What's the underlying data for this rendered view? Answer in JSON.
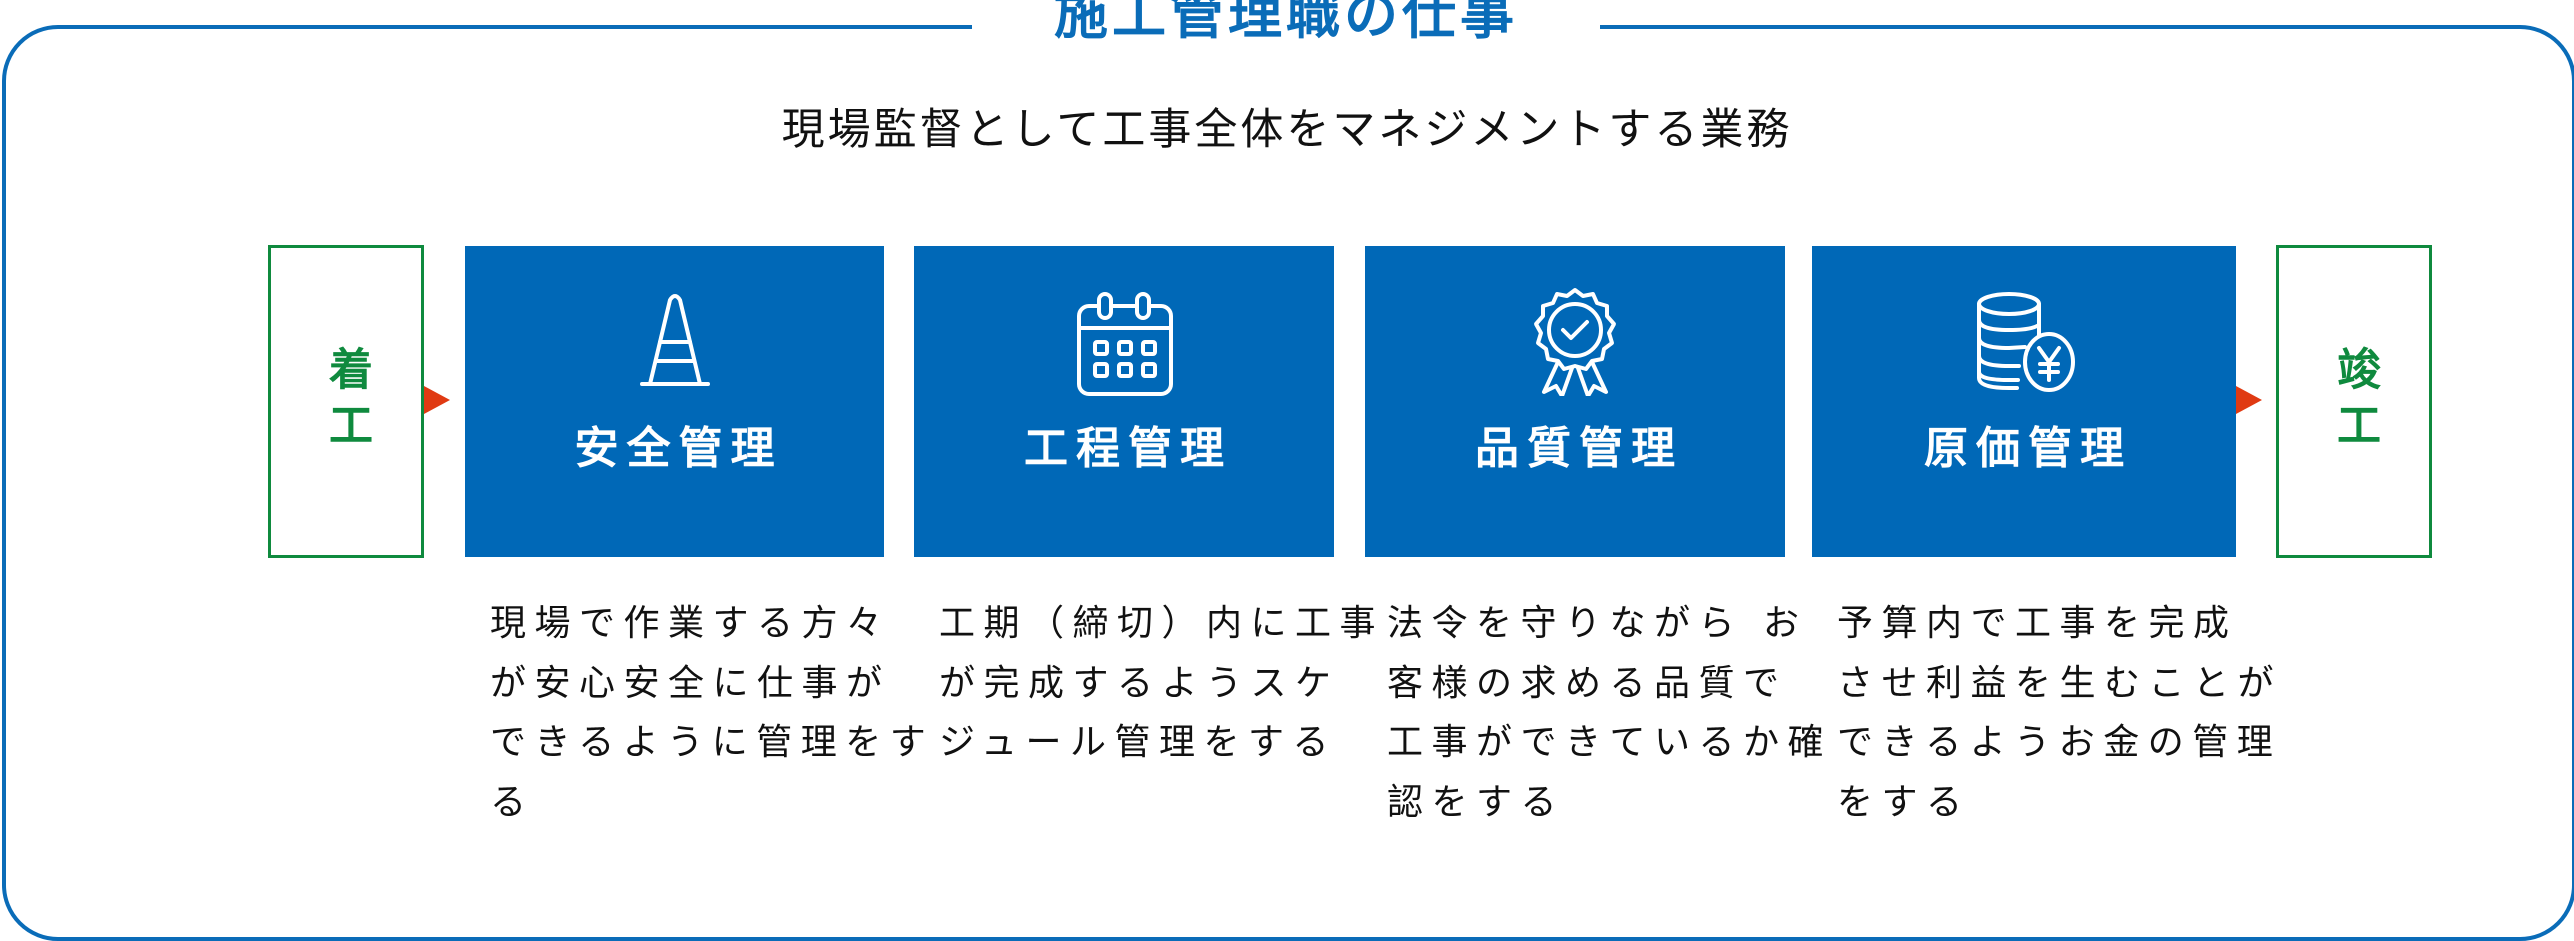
{
  "header": {
    "title": "施工管理職の仕事",
    "subtitle": "現場監督として工事全体をマネジメントする業務"
  },
  "flow": {
    "start": {
      "label": "着工"
    },
    "end": {
      "label": "竣工"
    },
    "steps": [
      {
        "icon": "traffic-cone-icon",
        "label": "安全管理",
        "description": [
          "現場で作業する方々",
          "が安心安全に仕事が",
          "できるように管理をす",
          "る"
        ]
      },
      {
        "icon": "calendar-icon",
        "label": "工程管理",
        "description": [
          "工期（締切）内に工事",
          "が完成するようスケ",
          "ジュール管理をする"
        ]
      },
      {
        "icon": "award-badge-check-icon",
        "label": "品質管理",
        "description": [
          "法令を守りながら お",
          "客様の求める品質で",
          "工事ができているか確",
          "認をする"
        ]
      },
      {
        "icon": "coins-yen-icon",
        "label": "原価管理",
        "description": [
          "予算内で工事を完成",
          "させ利益を生むことが",
          "できるようお金の管理",
          "をする"
        ]
      }
    ]
  },
  "colors": {
    "frame_blue": "#0a6cb8",
    "card_blue": "#0068b7",
    "endpoint_green": "#0f8a3e",
    "arrow_red": "#e03a12",
    "text": "#111111"
  }
}
